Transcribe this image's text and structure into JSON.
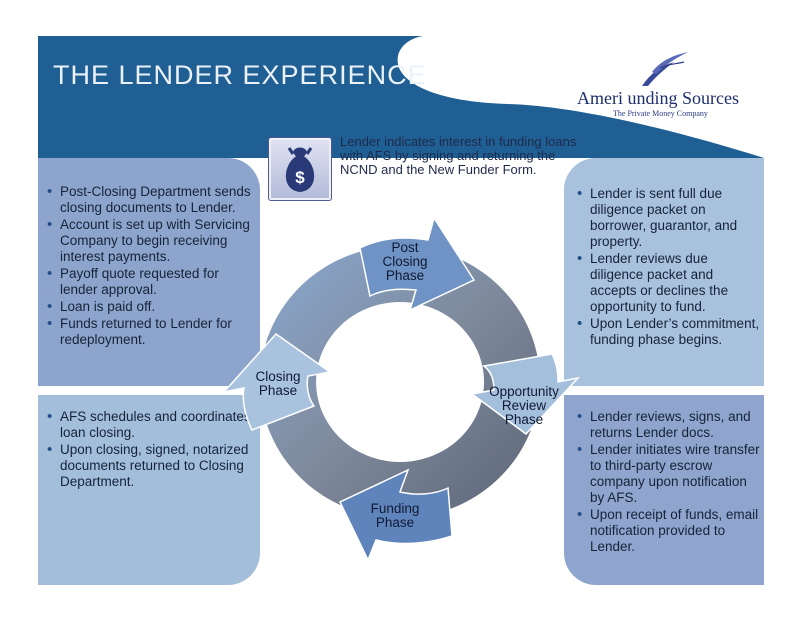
{
  "header": {
    "title": "THE LENDER EXPERIENCE",
    "logo_name": "Ameri unding Sources",
    "logo_tagline": "The Private Money Company"
  },
  "intro": {
    "text": "Lender indicates interest in funding loans with AFS by signing and returning the NCND and the New Funder Form.",
    "icon": "money-bag-icon"
  },
  "panels": {
    "post_closing": [
      "Post-Closing Department sends closing documents to Lender.",
      "Account is set up with Servicing Company to begin receiving interest payments.",
      "Payoff quote requested for lender approval.",
      "Loan is paid off.",
      "Funds returned to Lender for redeployment."
    ],
    "opportunity_review": [
      "Lender is sent full due diligence packet on borrower, guarantor, and property.",
      "Lender reviews due diligence packet and accepts or declines the opportunity to fund.",
      "Upon Lender’s commitment, funding phase begins."
    ],
    "closing": [
      "AFS schedules and coordinates loan closing.",
      "Upon closing, signed, notarized documents returned to Closing Department."
    ],
    "funding": [
      "Lender reviews, signs, and returns Lender docs.",
      "Lender initiates wire transfer to third-party escrow company upon notification by AFS.",
      "Upon receipt of funds, email notification provided to Lender."
    ]
  },
  "cycle": {
    "post_closing": [
      "Post",
      "Closing",
      "Phase"
    ],
    "closing": [
      "Closing",
      "Phase"
    ],
    "opportunity_review": [
      "Opportunity",
      "Review",
      "Phase"
    ],
    "funding": [
      "Funding",
      "Phase"
    ]
  },
  "colors": {
    "header_blue": "#1f5f93",
    "panel_dark": "#8da5cc",
    "panel_light": "#a8c1dc",
    "arrow_blue": "#6f93c4"
  }
}
